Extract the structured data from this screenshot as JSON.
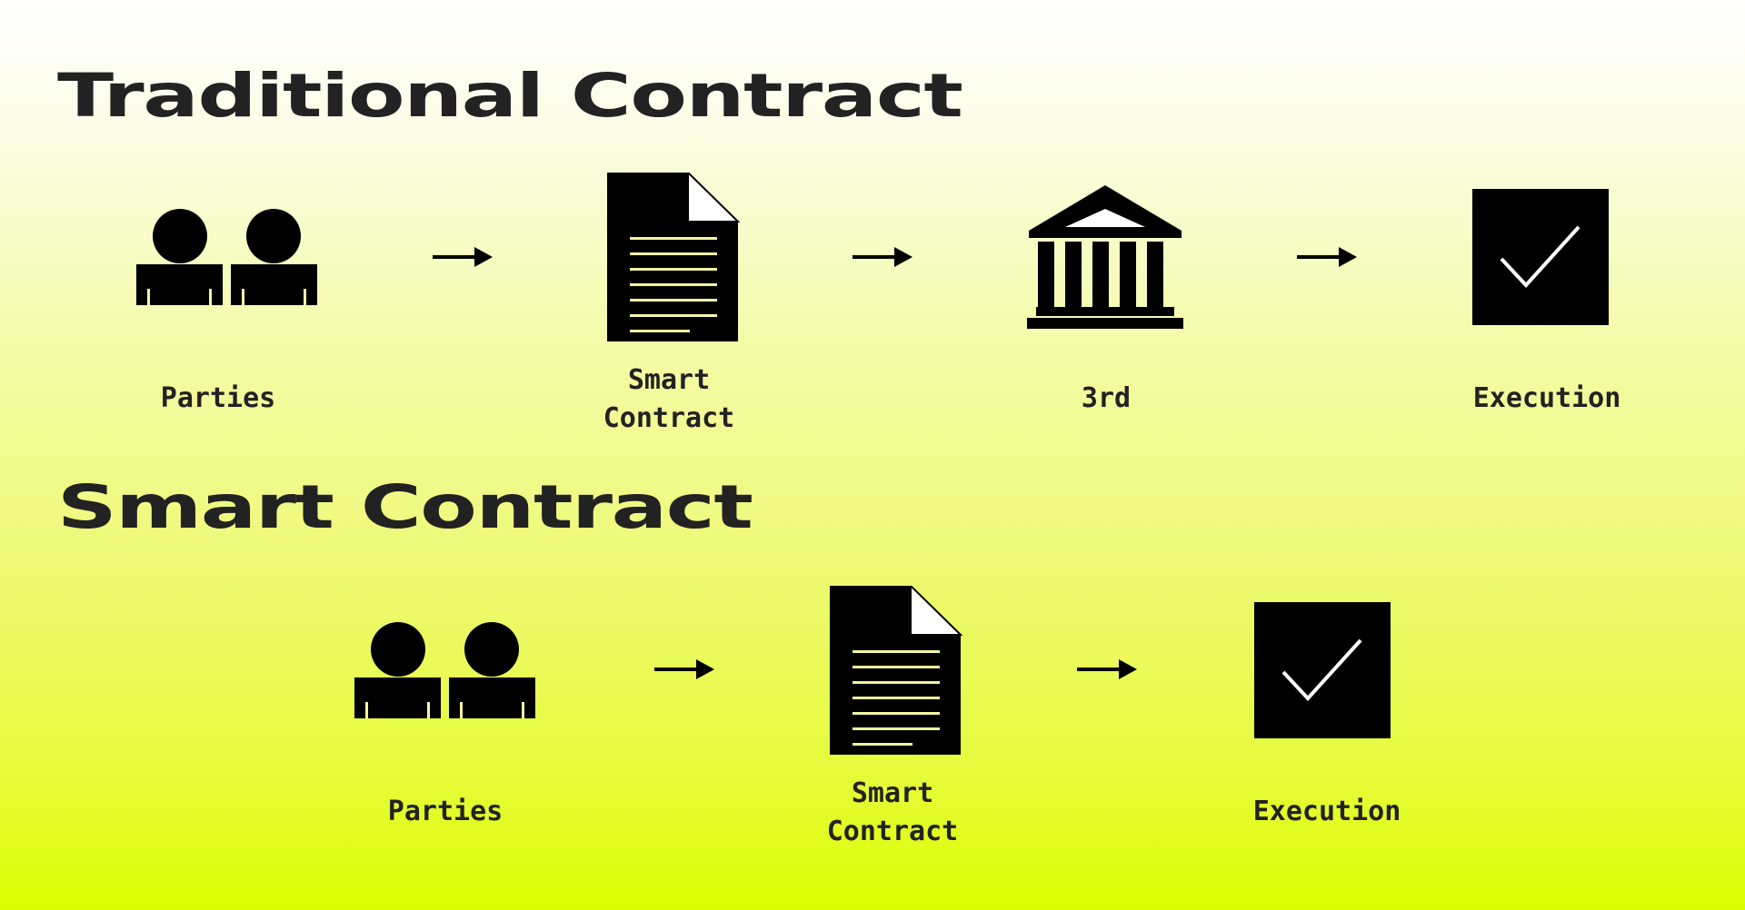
{
  "sections": {
    "traditional": {
      "title": "Traditional Contract",
      "steps": [
        {
          "icon": "parties-icon",
          "label": "Parties"
        },
        {
          "icon": "document-icon",
          "label_line1": "Smart",
          "label_line2": "Contract"
        },
        {
          "icon": "bank-icon",
          "label": "3rd"
        },
        {
          "icon": "checkbox-icon",
          "label": "Execution"
        }
      ]
    },
    "smart": {
      "title": "Smart Contract",
      "steps": [
        {
          "icon": "parties-icon",
          "label": "Parties"
        },
        {
          "icon": "document-icon",
          "label_line1": "Smart",
          "label_line2": "Contract"
        },
        {
          "icon": "checkbox-icon",
          "label": "Execution"
        }
      ]
    }
  },
  "colors": {
    "ink": "#000000",
    "text": "#222222",
    "document_lines": "#f4f6a0",
    "gradient_top": "#ffffff",
    "gradient_bottom": "#dcfe00"
  }
}
